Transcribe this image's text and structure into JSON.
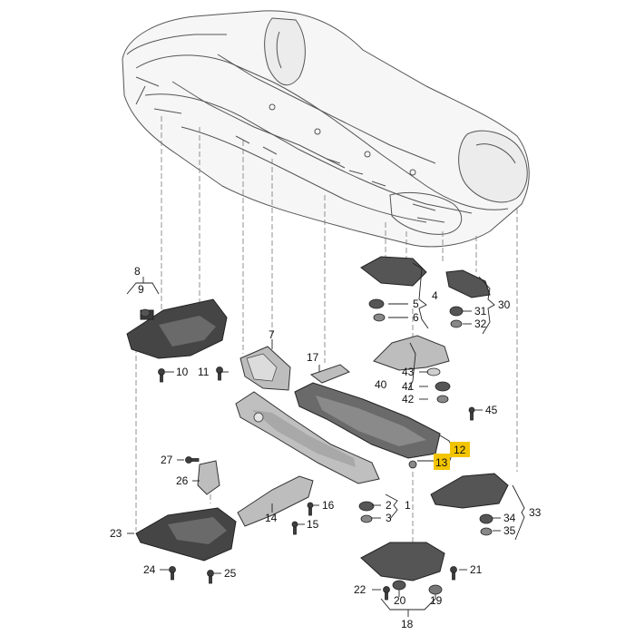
{
  "diagram": {
    "highlight_color": "#f3c400",
    "part_color_dark": "#3e3e3e",
    "part_color_light": "#bdbdbd",
    "callouts": [
      {
        "id": "c1",
        "label": "1"
      },
      {
        "id": "c2",
        "label": "2"
      },
      {
        "id": "c3",
        "label": "3"
      },
      {
        "id": "c4",
        "label": "4"
      },
      {
        "id": "c5",
        "label": "5"
      },
      {
        "id": "c6",
        "label": "6"
      },
      {
        "id": "c7",
        "label": "7"
      },
      {
        "id": "c8",
        "label": "8"
      },
      {
        "id": "c9",
        "label": "9"
      },
      {
        "id": "c10",
        "label": "10"
      },
      {
        "id": "c11",
        "label": "11"
      },
      {
        "id": "c12",
        "label": "12"
      },
      {
        "id": "c13",
        "label": "13"
      },
      {
        "id": "c14",
        "label": "14"
      },
      {
        "id": "c15",
        "label": "15"
      },
      {
        "id": "c16",
        "label": "16"
      },
      {
        "id": "c17",
        "label": "17"
      },
      {
        "id": "c18",
        "label": "18"
      },
      {
        "id": "c19",
        "label": "19"
      },
      {
        "id": "c20",
        "label": "20"
      },
      {
        "id": "c21",
        "label": "21"
      },
      {
        "id": "c22",
        "label": "22"
      },
      {
        "id": "c23",
        "label": "23"
      },
      {
        "id": "c24",
        "label": "24"
      },
      {
        "id": "c25",
        "label": "25"
      },
      {
        "id": "c26",
        "label": "26"
      },
      {
        "id": "c27",
        "label": "27"
      },
      {
        "id": "c30",
        "label": "30"
      },
      {
        "id": "c31",
        "label": "31"
      },
      {
        "id": "c32",
        "label": "32"
      },
      {
        "id": "c33",
        "label": "33"
      },
      {
        "id": "c34",
        "label": "34"
      },
      {
        "id": "c35",
        "label": "35"
      },
      {
        "id": "c40",
        "label": "40"
      },
      {
        "id": "c41",
        "label": "41"
      },
      {
        "id": "c42",
        "label": "42"
      },
      {
        "id": "c43",
        "label": "43"
      },
      {
        "id": "c45",
        "label": "45"
      }
    ]
  }
}
